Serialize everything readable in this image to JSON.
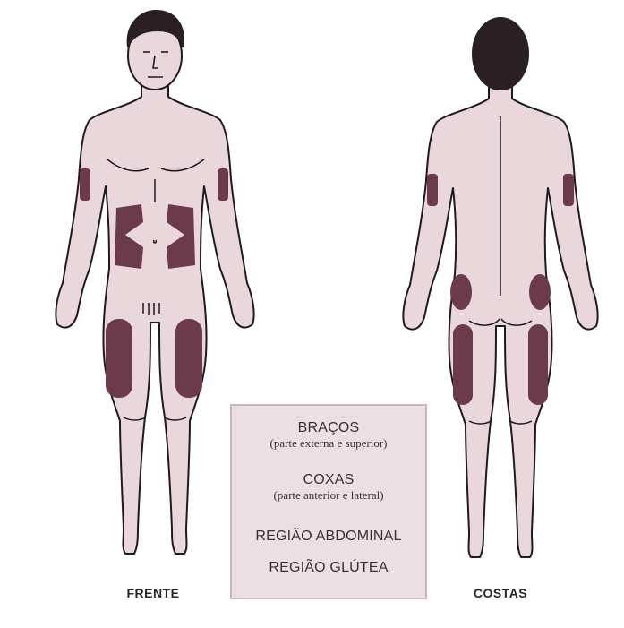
{
  "views": {
    "front_label": "FRENTE",
    "back_label": "COSTAS"
  },
  "legend": {
    "items": [
      {
        "title": "BRAÇOS",
        "subtitle": "(parte externa e superior)"
      },
      {
        "title": "COXAS",
        "subtitle": "(parte anterior e lateral)"
      },
      {
        "title": "REGIÃO ABDOMINAL"
      },
      {
        "title": "REGIÃO GLÚTEA"
      }
    ]
  },
  "colors": {
    "skin": "#e9d7db",
    "outline": "#1f1a1c",
    "region": "#6b3a4b",
    "hair": "#2a1f22",
    "legend_bg": "#ecdfe3"
  }
}
